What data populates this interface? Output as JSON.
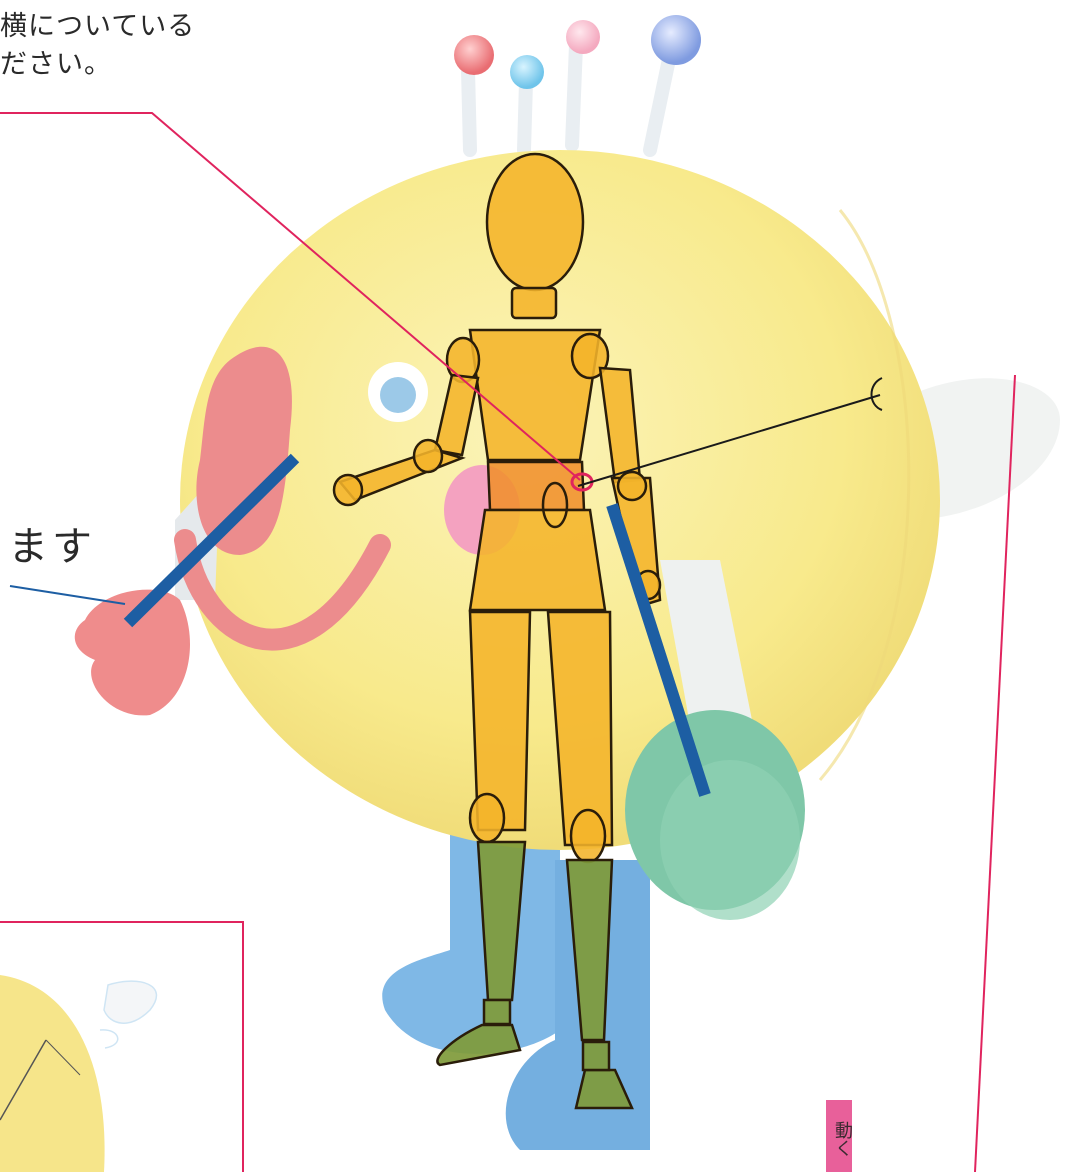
{
  "caption_top": {
    "line1": "横についている",
    "line2": "ださい。"
  },
  "caption_side": "ます",
  "tag_vertical": "動く",
  "colors": {
    "mascot_body": "#f8eb8f",
    "mannequin": "#f4b42a",
    "mannequin_lower": "#7f9a3a",
    "cheek": "#e98d8f",
    "callout_red": "#e0245e",
    "pointer_blue": "#1d5ea3",
    "leg_blue": "#7fb8e6",
    "hand_green": "#7fc7a8"
  },
  "icons": [
    "mascot-figure",
    "wooden-mannequin",
    "antenna-ball"
  ]
}
